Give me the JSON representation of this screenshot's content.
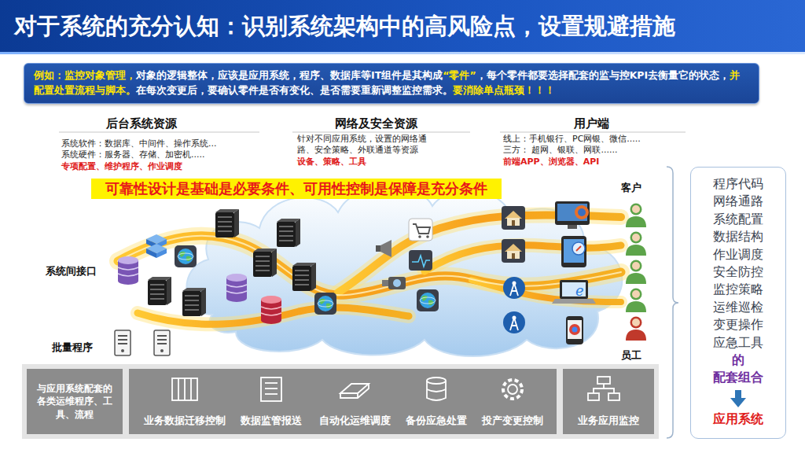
{
  "diagram": {
    "title": "对于系统的充分认知：识别系统架构中的高风险点，设置规避措施",
    "nodes": [
      {
        "text": [
          "例如：监控对象管理，",
          "对象的逻辑整体，应该是应用系统，程序、数据库等IT组件是其构成",
          "“零件”",
          "，每个零件都要选择配套的监与控KPI去衡量它的状态，",
          "并配置处置流程与脚本。",
          "在每次变更后，要确认零件是否有变化、是否需要重新调整监控需求。",
          "要消除单点瓶颈！！！"
        ]
      },
      {
        "text": [
          "可靠性设计是基础是必要条件、可用性控制是保障是充分条件"
        ]
      },
      {
        "text": [
          "程序代码",
          "网络通路",
          "系统配置",
          "数据结构",
          "作业调度",
          "安全防控",
          "监控策略",
          "运维巡检",
          "变更操作",
          "应急工具",
          "的",
          "配套组合",
          "应用系统"
        ]
      },
      {
        "text": [
          "与应用系统配套的各类运维程序、工具、流程"
        ]
      },
      {
        "text": [
          "业务数据迁移控制",
          "数据监管报送",
          "自动化运维调度",
          "备份应急处置",
          "投产变更控制"
        ]
      },
      {
        "text": [
          "业务应用监控"
        ]
      }
    ],
    "labels": [
      "后台系统资源",
      "系统软件：数据库、中间件、操作系统...",
      "系统硬件：服务器、存储、加密机.....",
      "专项配置、维护程序、作业调度",
      "网络及安全资源",
      "针对不同应用系统，设置的网络通路、安全策略、外联通道等资源",
      "设备、策略、工具",
      "用户端",
      "线上：手机银行、PC网银、微信.....",
      "三方： 超网、银联、网联......",
      "前端APP、浏览器、API",
      "客户",
      "系统间接口",
      "批量程序",
      "员工"
    ]
  }
}
